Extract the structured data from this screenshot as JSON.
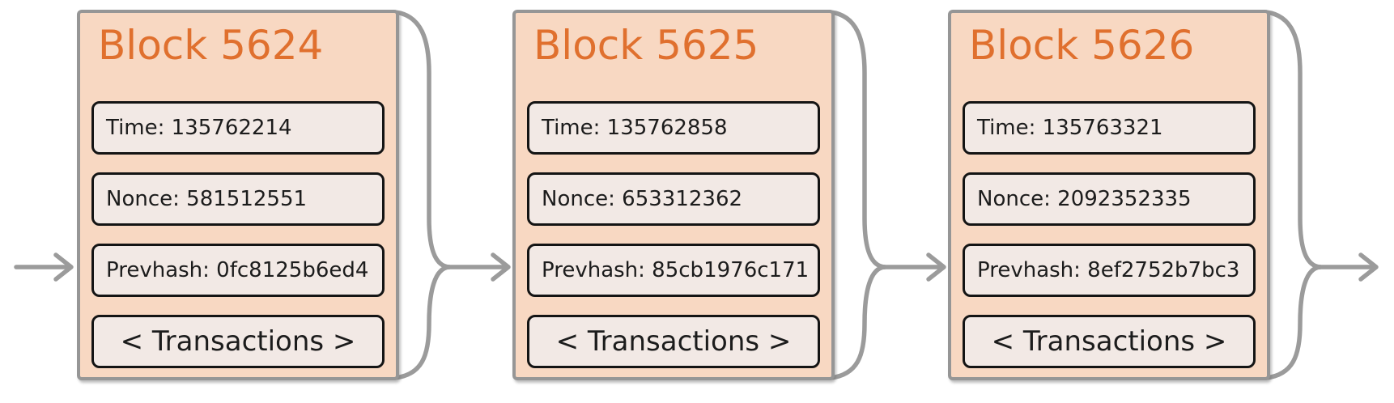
{
  "blocks": [
    {
      "title": "Block 5624",
      "fields": [
        {
          "name": "time",
          "text": "Time: 135762214"
        },
        {
          "name": "nonce",
          "text": "Nonce: 581512551"
        },
        {
          "name": "prevhash",
          "text": "Prevhash: 0fc8125b6ed4"
        },
        {
          "name": "transactions",
          "text": "< Transactions >"
        }
      ]
    },
    {
      "title": "Block 5625",
      "fields": [
        {
          "name": "time",
          "text": "Time: 135762858"
        },
        {
          "name": "nonce",
          "text": "Nonce: 653312362"
        },
        {
          "name": "prevhash",
          "text": "Prevhash: 85cb1976c171"
        },
        {
          "name": "transactions",
          "text": "< Transactions >"
        }
      ]
    },
    {
      "title": "Block 5626",
      "fields": [
        {
          "name": "time",
          "text": "Time: 135763321"
        },
        {
          "name": "nonce",
          "text": "Nonce: 2092352335"
        },
        {
          "name": "prevhash",
          "text": "Prevhash: 8ef2752b7bc3"
        },
        {
          "name": "transactions",
          "text": "< Transactions >"
        }
      ]
    }
  ],
  "icons": {
    "connector": "brace-arrow-right"
  },
  "colors": {
    "background": "#ffffff",
    "block_fill": "#f8d8c2",
    "block_border": "#969696",
    "field_fill": "#f2e9e5",
    "field_border": "#141414",
    "title_text": "#e0702e",
    "body_text": "#1c1c1c",
    "connector": "#9b9b9b"
  }
}
